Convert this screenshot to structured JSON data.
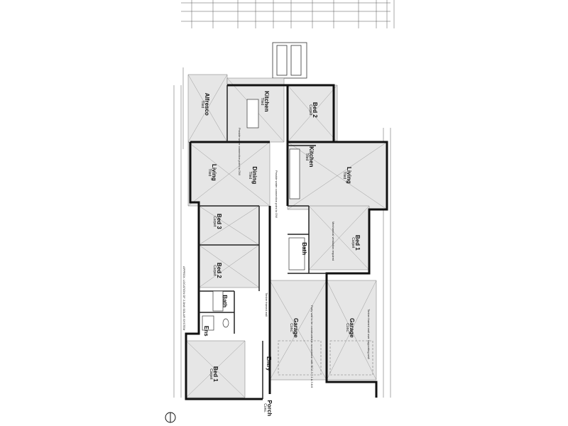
{
  "plan": {
    "rooms": [
      {
        "key": "alfresco",
        "name": "Alfresco",
        "floor": "Tiled"
      },
      {
        "key": "kitchen_left",
        "name": "Kitchen",
        "floor": "Tiled"
      },
      {
        "key": "bed2_right",
        "name": "Bed 2",
        "floor": "Carpet"
      },
      {
        "key": "living_left",
        "name": "Living",
        "floor": "Tiled"
      },
      {
        "key": "dining",
        "name": "Dining",
        "floor": "Tiled"
      },
      {
        "key": "kitchen_right",
        "name": "Kitchen",
        "floor": "Tiled"
      },
      {
        "key": "living_right",
        "name": "Living",
        "floor": "Tiled"
      },
      {
        "key": "bed3",
        "name": "Bed 3",
        "floor": "Carpet"
      },
      {
        "key": "bed2_left",
        "name": "Bed 2",
        "floor": "Carpet"
      },
      {
        "key": "bed1_right",
        "name": "Bed 1",
        "floor": "Carpet"
      },
      {
        "key": "bath_right",
        "name": "Bath",
        "floor": ""
      },
      {
        "key": "bath_left",
        "name": "Bath",
        "floor": ""
      },
      {
        "key": "ens",
        "name": "Ens",
        "floor": ""
      },
      {
        "key": "garage_left",
        "name": "Garage",
        "floor": "Conc."
      },
      {
        "key": "garage_right",
        "name": "Garage",
        "floor": "Conc."
      },
      {
        "key": "entry",
        "name": "Entry",
        "floor": ""
      },
      {
        "key": "bed1_left",
        "name": "Bed 1",
        "floor": "Carpet"
      },
      {
        "key": "porch",
        "name": "Porch",
        "floor": "Conc."
      }
    ],
    "notes": {
      "solar": "APPROX. LOCATION OF 2.2kW SOLAR SYSTEM",
      "water_left": "Provide water connection point to DW",
      "water_dining": "Provide water connection point to DW",
      "mech_vent": "Mechanical ventilation required",
      "garage_fire": "Timber framed wall",
      "garage_right_note": "Timber framed wall over supporting wall",
      "garage_wall": "Party wall to be constructed in accordance with BCA 3.7.1 & 3.8.6"
    }
  }
}
